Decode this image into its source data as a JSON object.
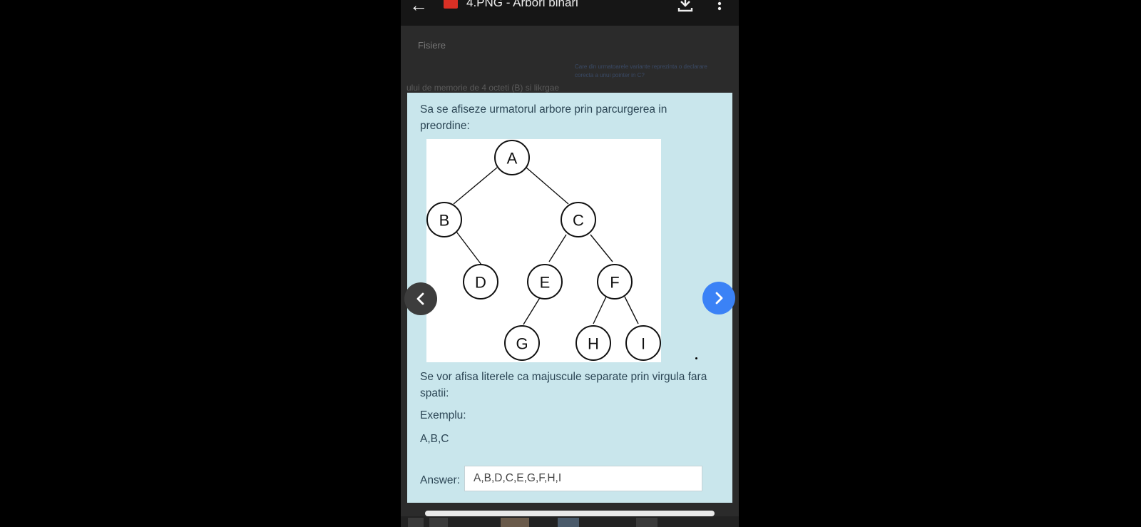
{
  "header": {
    "file_name": "4.PNG - Arbori binari",
    "icons": [
      "back-arrow-icon",
      "image-file-icon",
      "download-icon",
      "more-vert-icon"
    ]
  },
  "background": {
    "folder_label": "Fisiere",
    "text_line": "ului de memorie de 4 octeti (B) si likrgae",
    "note": "Care din urmatoarele variante reprezinta o declarare corecta a unui pointer in C?"
  },
  "question": {
    "prompt": "Sa se afiseze urmatorul arbore prin parcurgerea in preordine:",
    "tree": {
      "nodes": [
        "A",
        "B",
        "C",
        "D",
        "E",
        "F",
        "G",
        "H",
        "I"
      ],
      "edges": [
        [
          "A",
          "B"
        ],
        [
          "A",
          "C"
        ],
        [
          "B",
          "D"
        ],
        [
          "C",
          "E"
        ],
        [
          "C",
          "F"
        ],
        [
          "E",
          "G"
        ],
        [
          "F",
          "H"
        ],
        [
          "F",
          "I"
        ]
      ]
    },
    "instructions": "Se vor afisa literele ca majuscule separate prin virgula fara spatii:",
    "example_label": "Exemplu:",
    "example_value": "A,B,C",
    "answer_label": "Answer:",
    "answer_value": "A,B,D,C,E,G,F,H,I"
  },
  "nav": {
    "prev_icon": "chevron-left-icon",
    "next_icon": "chevron-right-icon"
  },
  "colors": {
    "card_bg": "#c9e6ec",
    "text": "#2c4655",
    "next_button": "#3b82f6",
    "prev_button": "#3d3d3d"
  }
}
